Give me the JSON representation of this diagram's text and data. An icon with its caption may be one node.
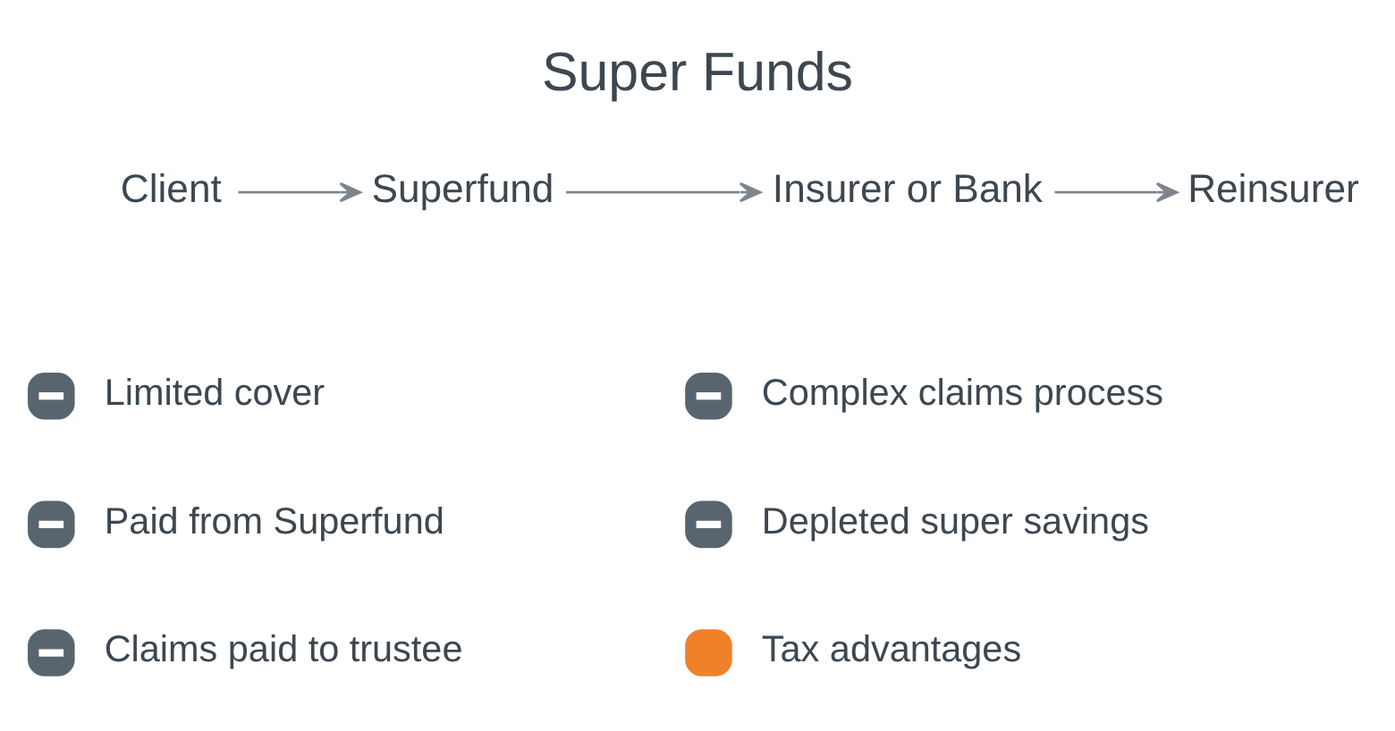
{
  "diagram": {
    "title": "Super Funds",
    "nodes": [
      {
        "text": [
          "Client"
        ]
      },
      {
        "text": [
          "Superfund"
        ]
      },
      {
        "text": [
          "Insurer or Bank"
        ]
      },
      {
        "text": [
          "Reinsurer"
        ]
      }
    ],
    "edges": [
      {
        "from": 0,
        "to": 1,
        "arrow": "to"
      },
      {
        "from": 1,
        "to": 2,
        "arrow": "to"
      },
      {
        "from": 2,
        "to": 3,
        "arrow": "to"
      }
    ],
    "labels": [
      "Limited cover",
      "Complex claims process",
      "Paid from Superfund",
      "Depleted super savings",
      "Claims paid to trustee",
      "Tax advantages"
    ]
  }
}
